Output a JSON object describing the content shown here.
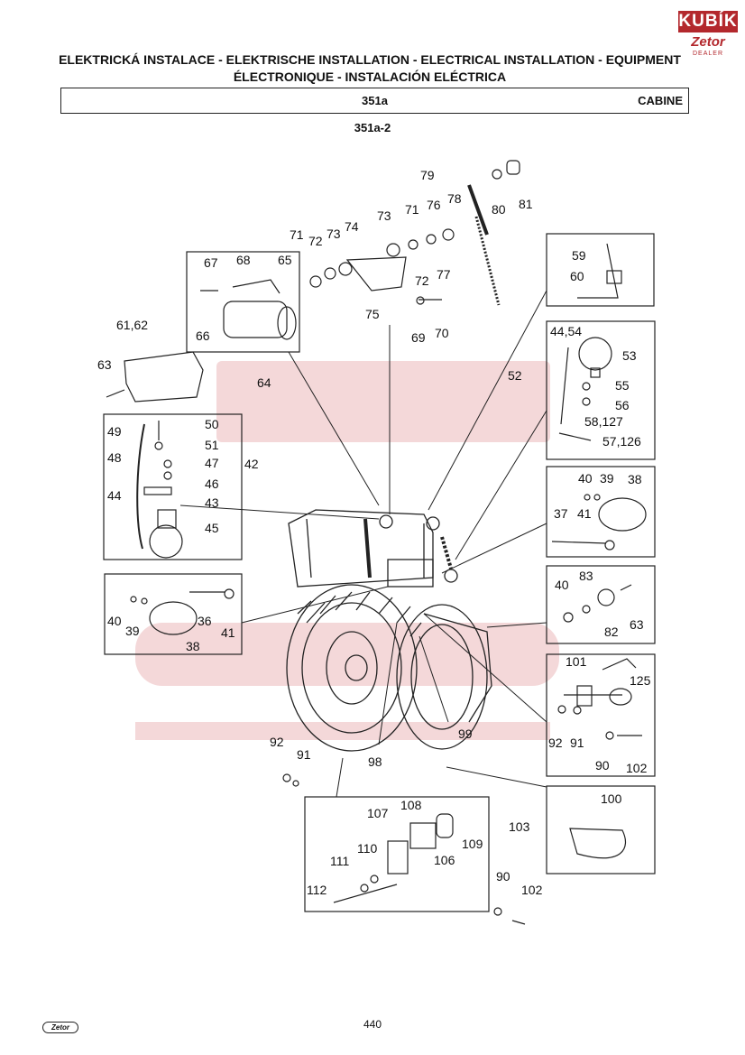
{
  "logo": {
    "brand": "KUBÍK",
    "sub_brand": "Zetor",
    "tagline": "DEALER"
  },
  "header": {
    "title_line1": "ELEKTRICKÁ INSTALACE - ELEKTRISCHE INSTALLATION - ELECTRICAL INSTALLATION - EQUIPMENT",
    "title_line2": "ÉLECTRONIQUE - INSTALACIÓN ELÉCTRICA",
    "section_code": "351a",
    "section_name": "CABINE",
    "sub_code": "351a-2"
  },
  "callouts": {
    "c79": "79",
    "c80": "80",
    "c81": "81",
    "c78": "78",
    "c76": "76",
    "c71a": "71",
    "c73a": "73",
    "c74": "74",
    "c73b": "73",
    "c72a": "72",
    "c71b": "71",
    "c77": "77",
    "c72b": "72",
    "c75": "75",
    "c70": "70",
    "c69": "69",
    "c67": "67",
    "c68": "68",
    "c65": "65",
    "c66": "66",
    "c64": "64",
    "c61_62": "61,62",
    "c63a": "63",
    "c59": "59",
    "c60": "60",
    "c44_54": "44,54",
    "c53": "53",
    "c52": "52",
    "c55": "55",
    "c56": "56",
    "c58_127": "58,127",
    "c57_126": "57,126",
    "c49": "49",
    "c50": "50",
    "c51": "51",
    "c48": "48",
    "c47": "47",
    "c42": "42",
    "c46": "46",
    "c44": "44",
    "c43": "43",
    "c45": "45",
    "c40a": "40",
    "c39a": "39",
    "c38a": "38",
    "c37": "37",
    "c41a": "41",
    "c40b": "40",
    "c83": "83",
    "c82": "82",
    "c63b": "63",
    "c40c": "40",
    "c39b": "39",
    "c36": "36",
    "c41b": "41",
    "c38b": "38",
    "c101": "101",
    "c125": "125",
    "c92a": "92",
    "c91a": "91",
    "c90a": "90",
    "c102a": "102",
    "c98": "98",
    "c99": "99",
    "c92b": "92",
    "c91b": "91",
    "c100": "100",
    "c108": "108",
    "c107": "107",
    "c103": "103",
    "c109": "109",
    "c110": "110",
    "c106": "106",
    "c111": "111",
    "c112": "112",
    "c90b": "90",
    "c102b": "102"
  },
  "footer": {
    "page_number": "440",
    "brand": "Zetor"
  }
}
